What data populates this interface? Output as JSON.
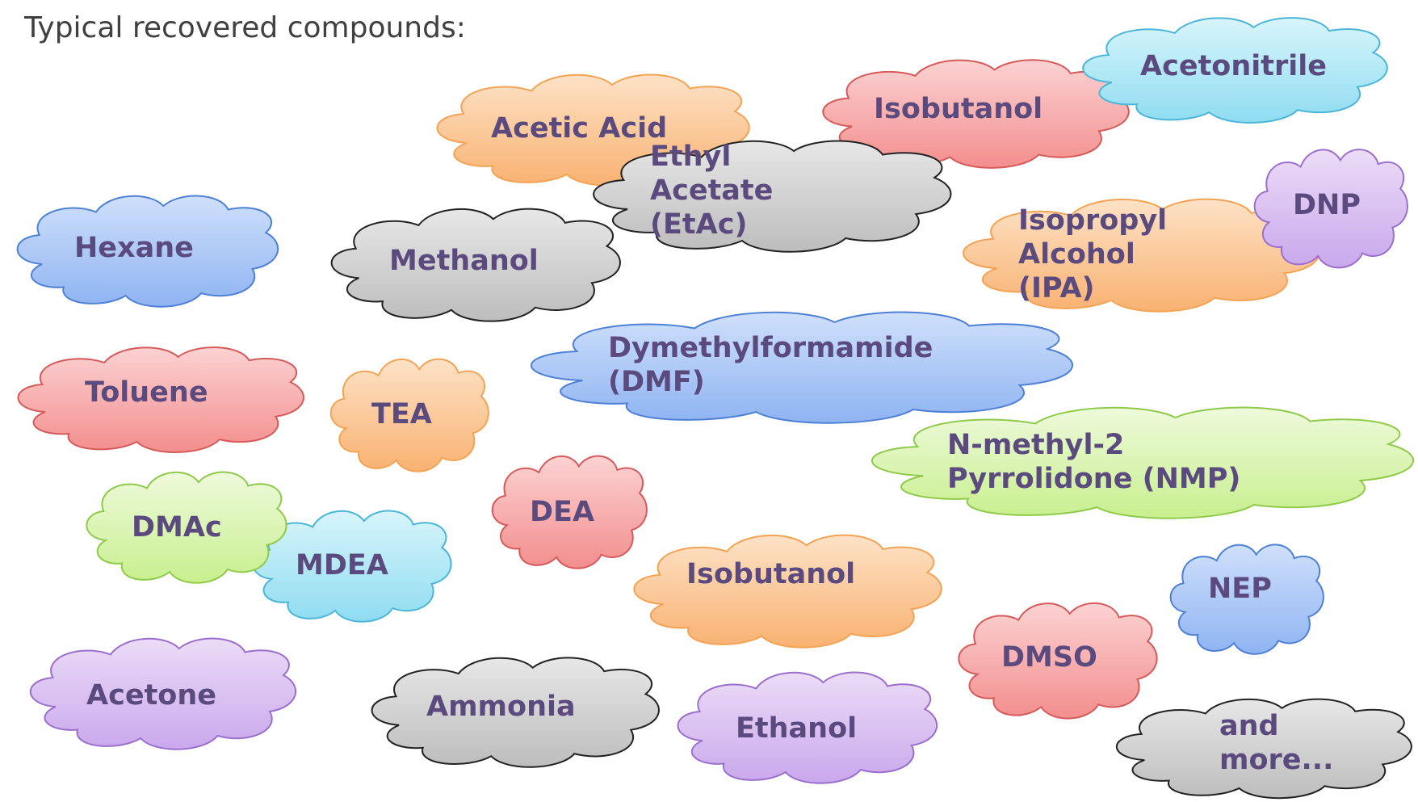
{
  "heading": "Typical recovered compounds:",
  "palette": {
    "orange": [
      "#fde2c6",
      "#f9b272",
      "#f4a354"
    ],
    "gray": [
      "#e7e7e7",
      "#bdbdbd",
      "#222222"
    ],
    "red": [
      "#fcd2d2",
      "#f38e8e",
      "#d65a5a"
    ],
    "cyan": [
      "#d8f5fb",
      "#8fdcf1",
      "#4cb6d8"
    ],
    "blue": [
      "#cfe0fb",
      "#8fb4f2",
      "#4e80d6"
    ],
    "purple": [
      "#ecdcf7",
      "#c9a8ec",
      "#9b6fcc"
    ],
    "green": [
      "#eefadb",
      "#c8ef8f",
      "#8fca4a"
    ]
  },
  "clouds": [
    {
      "id": "acetic-acid",
      "color": "orange",
      "lines": [
        "Acetic Acid"
      ]
    },
    {
      "id": "isobutanol-top",
      "color": "red",
      "lines": [
        "Isobutanol"
      ]
    },
    {
      "id": "acetonitrile",
      "color": "cyan",
      "lines": [
        "Acetonitrile"
      ]
    },
    {
      "id": "ethyl-acetate",
      "color": "gray",
      "lines": [
        "Ethyl",
        "Acetate",
        "(EtAc)"
      ]
    },
    {
      "id": "hexane",
      "color": "blue",
      "lines": [
        "Hexane"
      ]
    },
    {
      "id": "methanol",
      "color": "gray",
      "lines": [
        "Methanol"
      ]
    },
    {
      "id": "isopropyl-alcohol",
      "color": "orange",
      "lines": [
        "Isopropyl",
        "Alcohol",
        "(IPA)"
      ]
    },
    {
      "id": "dnp",
      "color": "purple",
      "lines": [
        "DNP"
      ]
    },
    {
      "id": "toluene",
      "color": "red",
      "lines": [
        "Toluene"
      ]
    },
    {
      "id": "tea",
      "color": "orange",
      "lines": [
        "TEA"
      ]
    },
    {
      "id": "dmf",
      "color": "blue",
      "lines": [
        "Dymethylformamide",
        "(DMF)"
      ]
    },
    {
      "id": "nmp",
      "color": "green",
      "lines": [
        "N-methyl-2",
        "Pyrrolidone (NMP)"
      ]
    },
    {
      "id": "mdea",
      "color": "cyan",
      "lines": [
        "MDEA"
      ]
    },
    {
      "id": "dmac",
      "color": "green",
      "lines": [
        "DMAc"
      ]
    },
    {
      "id": "dea",
      "color": "red",
      "lines": [
        "DEA"
      ]
    },
    {
      "id": "isobutanol-mid",
      "color": "orange",
      "lines": [
        "Isobutanol"
      ]
    },
    {
      "id": "nep",
      "color": "blue",
      "lines": [
        "NEP"
      ]
    },
    {
      "id": "acetone",
      "color": "purple",
      "lines": [
        "Acetone"
      ]
    },
    {
      "id": "ammonia",
      "color": "gray",
      "lines": [
        "Ammonia"
      ]
    },
    {
      "id": "ethanol",
      "color": "purple",
      "lines": [
        "Ethanol"
      ]
    },
    {
      "id": "dmso",
      "color": "red",
      "lines": [
        "DMSO"
      ]
    },
    {
      "id": "and-more",
      "color": "gray",
      "lines": [
        "and",
        "more..."
      ]
    }
  ]
}
